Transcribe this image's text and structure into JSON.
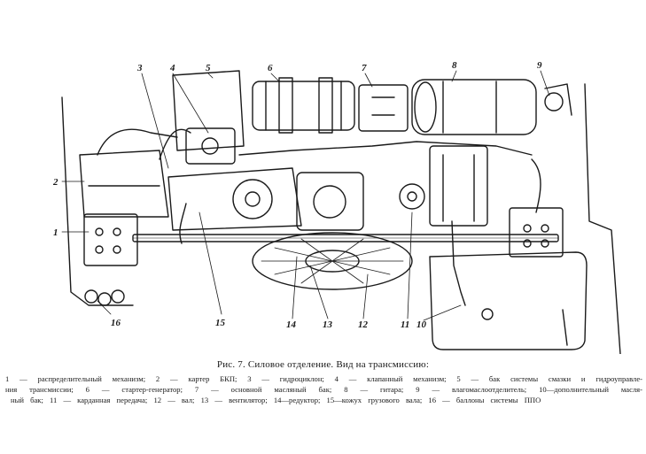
{
  "figure": {
    "callouts": [
      "3",
      "4",
      "5",
      "6",
      "7",
      "8",
      "9",
      "2",
      "1",
      "16",
      "15",
      "14",
      "13",
      "12",
      "11",
      "10"
    ],
    "line_color": "#1a1a1a"
  },
  "caption": {
    "title": "Рис. 7. Силовое отделение. Вид на трансмиссию:",
    "legend_lines": [
      "1 — распределительный механизм; 2 — картер БКП; 3 — гидроциклон; 4 — клапанный механизм; 5 — бак системы смазки и гидроуправле-",
      "ния трансмиссии; 6 — стартер-генератор; 7 — основной масляный бак; 8 — гитара; 9 — влагомаслоотделитель; 10—дополнительный масля-",
      "ный бак; 11 — карданная передача; 12 — вал; 13 — вентилятор; 14—редуктор; 15—кожух грузового вала; 16 — баллоны системы ППО"
    ]
  }
}
